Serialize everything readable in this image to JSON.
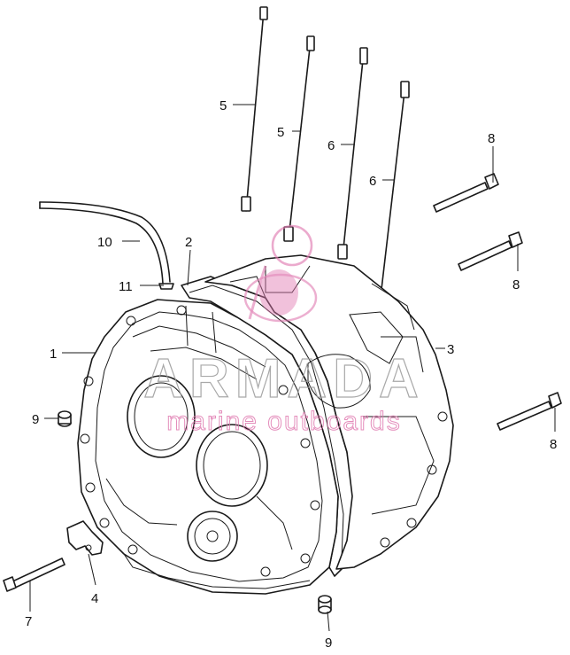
{
  "diagram": {
    "callouts": [
      {
        "id": "c1",
        "label": "1"
      },
      {
        "id": "c2",
        "label": "2"
      },
      {
        "id": "c3",
        "label": "3"
      },
      {
        "id": "c4",
        "label": "4"
      },
      {
        "id": "c5a",
        "label": "5"
      },
      {
        "id": "c5b",
        "label": "5"
      },
      {
        "id": "c6a",
        "label": "6"
      },
      {
        "id": "c6b",
        "label": "6"
      },
      {
        "id": "c7",
        "label": "7"
      },
      {
        "id": "c8a",
        "label": "8"
      },
      {
        "id": "c8b",
        "label": "8"
      },
      {
        "id": "c8c",
        "label": "8"
      },
      {
        "id": "c9a",
        "label": "9"
      },
      {
        "id": "c9b",
        "label": "9"
      },
      {
        "id": "c10",
        "label": "10"
      },
      {
        "id": "c11",
        "label": "11"
      }
    ]
  },
  "watermark": {
    "brand": "ARMADA",
    "tagline": "marine outboards",
    "color": "#e07ab0"
  }
}
